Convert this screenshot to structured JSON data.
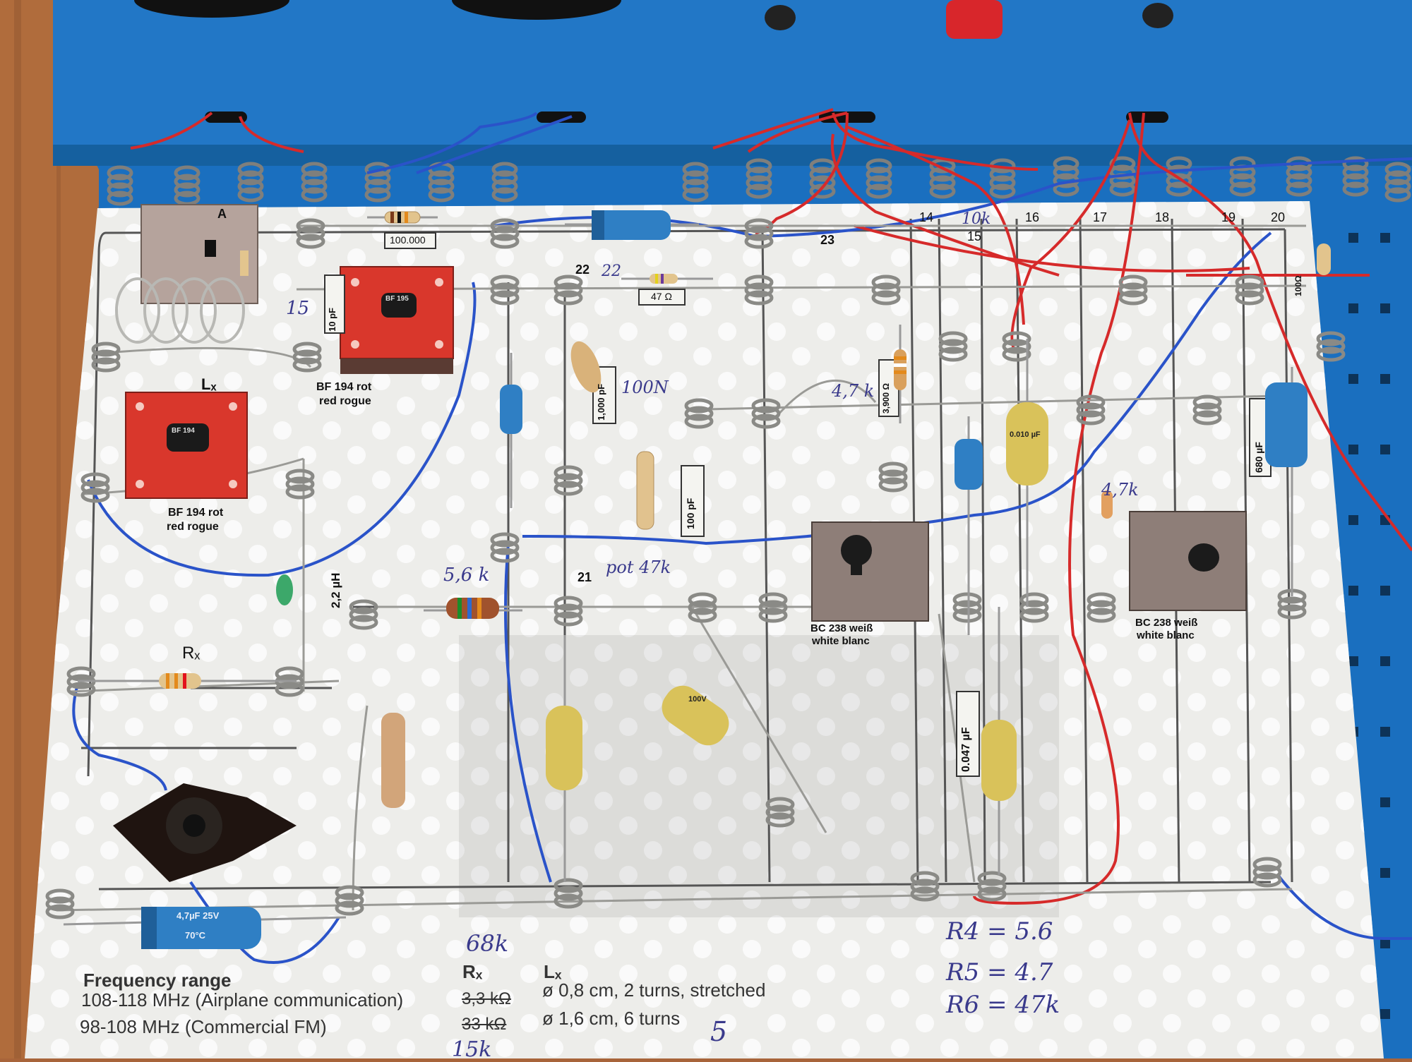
{
  "board": {
    "transistor_labels": [
      "BF 194 rot",
      "red rogue",
      "BF 194 rot",
      "red rogue",
      "BC 238 weiß",
      "white blanc",
      "BC 238 weiß",
      "white blanc"
    ],
    "transistor_markings": [
      "BF 195",
      "BF 194"
    ],
    "component_labels": {
      "r_100000": "100.000",
      "r_47": "47 Ω",
      "c_10pf": "10 pF",
      "c_1000pf": "1,000 pF",
      "c_100pf": "100 pF",
      "l_22uh": "2,2 µH",
      "r_3900": "3,900 Ω",
      "c_0047": "0.047 µF",
      "c_680": "680 µF",
      "r_x": "Rₓ",
      "l_x": "Lₓ",
      "pin_a": "A",
      "cap_0010": "0.010 µF",
      "cap_100v": "100V",
      "cap_470": "4,7µF 25V",
      "cap_70c": "70°C",
      "r_100_side": "100Ω"
    },
    "node_numbers": [
      "14",
      "15",
      "16",
      "17",
      "18",
      "19",
      "20",
      "21",
      "22",
      "23"
    ],
    "handwriting": {
      "h_47k_a": "4,7 k",
      "h_100n": "100N",
      "h_47k_b": "4,7k",
      "h_56k": "5,6 k",
      "h_pot_47k": "pot 47k",
      "h_22": "22",
      "h_15": "15",
      "h_10k": "10k",
      "h_68k": "68k",
      "h_15k": "15k",
      "h_r4": "R4 = 5.6",
      "h_r5": "R5 = 4.7",
      "h_r6": "R6 = 47k",
      "h_page": "5"
    },
    "legend": {
      "title": "Frequency range",
      "row1": "108-118 MHz (Airplane communication)",
      "row2": "98-108 MHz (Commercial FM)",
      "rx_head": "Rₓ",
      "lx_head": "Lₓ",
      "rx1": "3,3 kΩ",
      "rx2": "33 kΩ",
      "lx1": "ø 0,8 cm, 2 turns, stretched",
      "lx2": "ø 1,6 cm, 6 turns"
    }
  },
  "colors": {
    "wood": "#a8643a",
    "chassis_blue": "#1a6fbf",
    "paper": "#ededea",
    "transistor_red": "#d9372c",
    "transistor_grey": "#8e7e78",
    "capacitor_yellow": "#d9c25a",
    "wire_red": "#d62a2a",
    "wire_blue": "#2a53c9",
    "spring_silver": "#9a9a96"
  }
}
